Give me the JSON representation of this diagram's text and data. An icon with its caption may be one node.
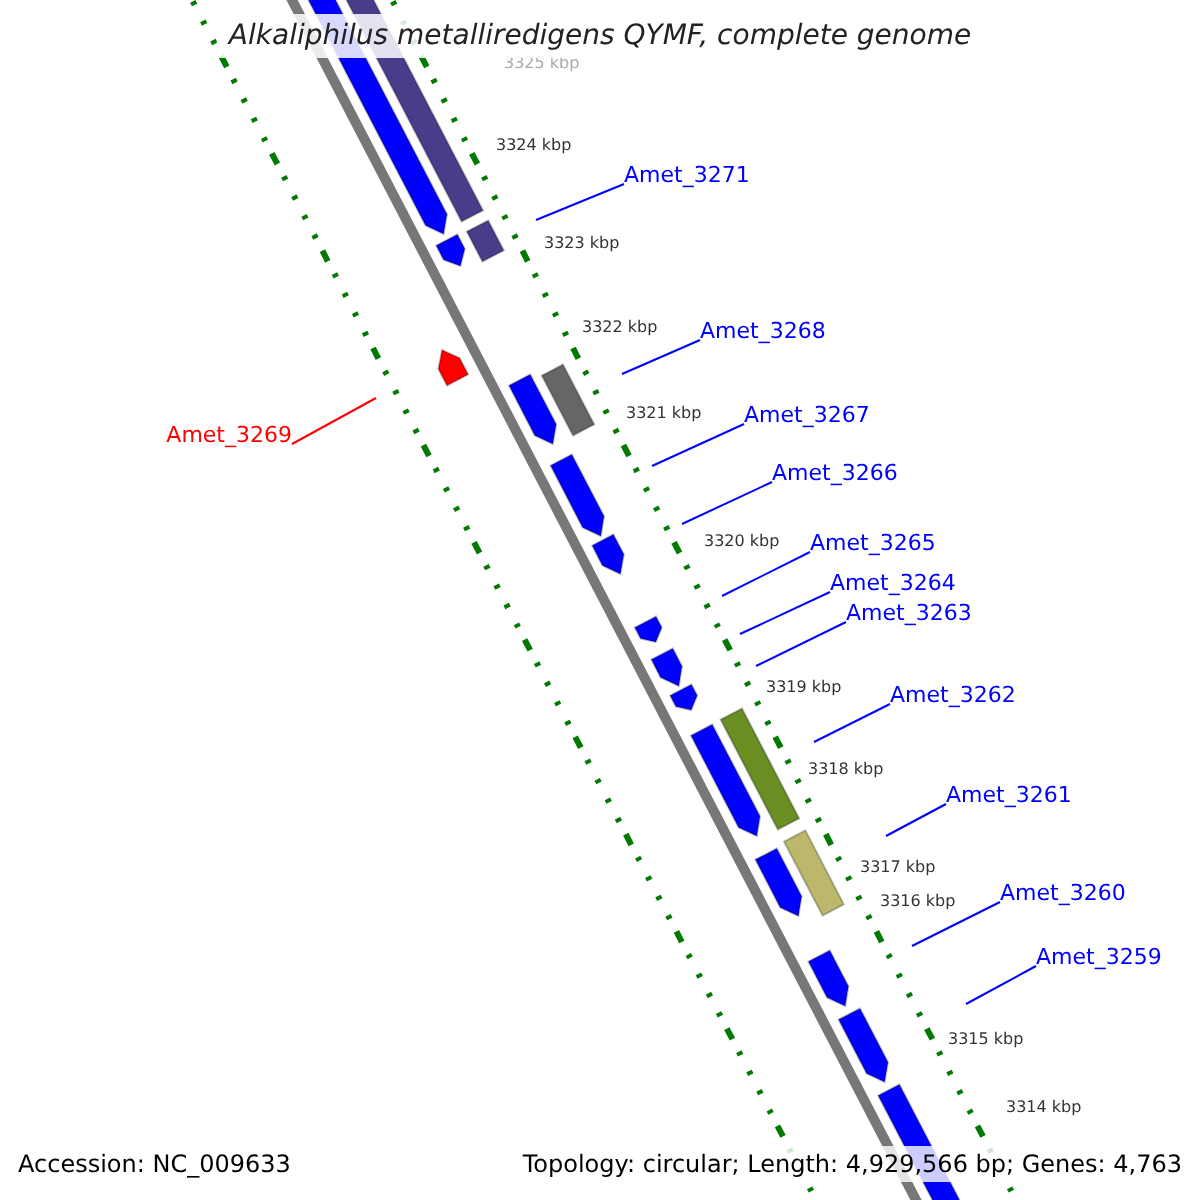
{
  "diagram": {
    "title": "Alkaliphilus metalliredigens QYMF, complete genome",
    "nodes": [
      {
        "text": [
          "Amet_3271"
        ]
      },
      {
        "text": [
          "Amet_3268"
        ]
      },
      {
        "text": [
          "Amet_3267"
        ]
      },
      {
        "text": [
          "Amet_3269"
        ]
      },
      {
        "text": [
          "Amet_3266"
        ]
      },
      {
        "text": [
          "Amet_3265"
        ]
      },
      {
        "text": [
          "Amet_3264"
        ]
      },
      {
        "text": [
          "Amet_3263"
        ]
      },
      {
        "text": [
          "Amet_3262"
        ]
      },
      {
        "text": [
          "Amet_3261"
        ]
      },
      {
        "text": [
          "Amet_3260"
        ]
      },
      {
        "text": [
          "Amet_3259"
        ]
      }
    ],
    "edges": [
      {
        "from": 0,
        "to": null,
        "arrow": "none"
      },
      {
        "from": 1,
        "to": null,
        "arrow": "none"
      },
      {
        "from": 2,
        "to": null,
        "arrow": "none"
      },
      {
        "from": 3,
        "to": null,
        "arrow": "none",
        "color": "#ff0000"
      },
      {
        "from": 4,
        "to": null,
        "arrow": "none"
      },
      {
        "from": 5,
        "to": null,
        "arrow": "none"
      },
      {
        "from": 6,
        "to": null,
        "arrow": "none"
      },
      {
        "from": 7,
        "to": null,
        "arrow": "none"
      },
      {
        "from": 8,
        "to": null,
        "arrow": "none"
      },
      {
        "from": 9,
        "to": null,
        "arrow": "none"
      },
      {
        "from": 10,
        "to": null,
        "arrow": "none"
      },
      {
        "from": 11,
        "to": null,
        "arrow": "none"
      }
    ],
    "labels": [
      "3325 kbp",
      "3324 kbp",
      "3323 kbp",
      "3322 kbp",
      "3321 kbp",
      "3320 kbp",
      "3319 kbp",
      "3318 kbp",
      "3317 kbp",
      "3316 kbp",
      "3315 kbp",
      "3314 kbp",
      "Accession: NC_009633",
      "Topology: circular; Length: 4,929,566 bp; Genes: 4,763"
    ]
  }
}
